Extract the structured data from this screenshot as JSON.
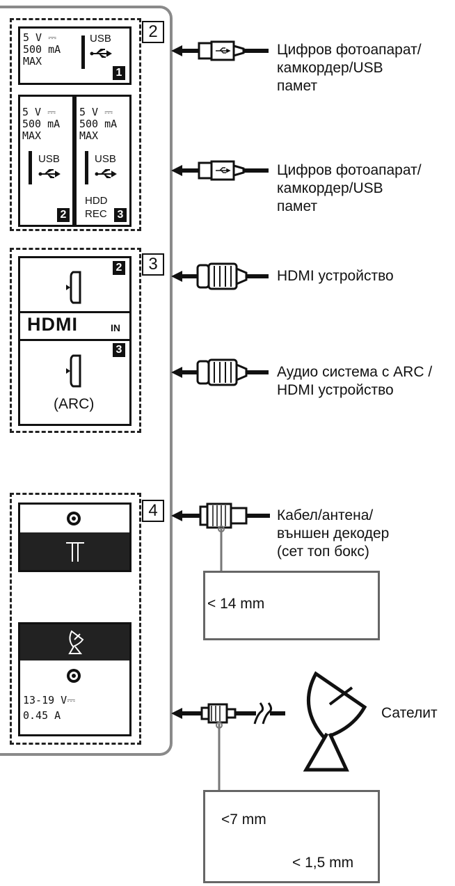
{
  "panel": {
    "usb_group": {
      "number": "2",
      "port1": {
        "spec": "5 V ⎓\n500 mA\nMAX",
        "usb_label": "USB",
        "badge": "1"
      },
      "port2": {
        "spec": "5 V ⎓\n500 mA\nMAX",
        "usb_label": "USB",
        "badge": "2"
      },
      "port3": {
        "spec": "5 V ⎓\n500 mA\nMAX",
        "usb_label": "USB",
        "hdd_label": "HDD\nREC",
        "badge": "3"
      }
    },
    "hdmi_group": {
      "number": "3",
      "port2_badge": "2",
      "port3_badge": "3",
      "hdmi_logo": "HDMI",
      "in_label": "IN",
      "arc_label": "(ARC)"
    },
    "rf_group": {
      "number": "4",
      "sat_spec": "13-19 V⎓\n0.45 A"
    }
  },
  "connections": {
    "usb1": "Цифров фотоапарат/\nкамкордер/USB\nпамет",
    "usb2": "Цифров фотоапарат/\nкамкордер/USB\nпамет",
    "hdmi2": "HDMI устройство",
    "hdmi3": "Аудио система с ARC /\nHDMI устройство",
    "antenna": "Кабел/антена/\nвъншен декодер\n(сет топ бокс)",
    "satellite": "Сателит"
  },
  "callouts": {
    "antenna_max": "< 14 mm",
    "sat_max": "<7 mm",
    "sat_pin": "< 1,5 mm"
  }
}
